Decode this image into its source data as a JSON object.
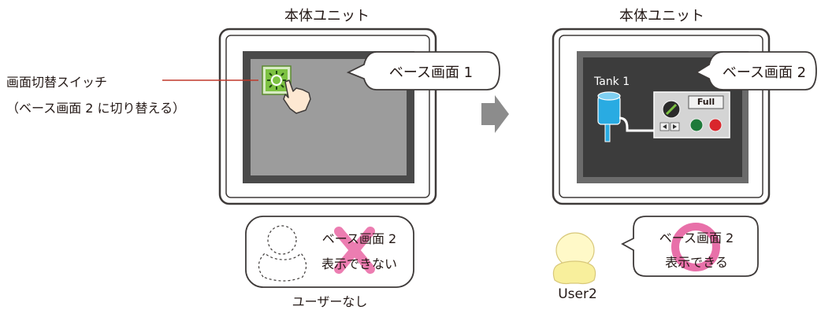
{
  "left": {
    "unit_label": "本体ユニット",
    "screen_callout": "ベース画面 1",
    "switch_label": "画面切替スイッチ",
    "switch_note": "（ベース画面 2 に切り替える）",
    "user_label": "ユーザーなし",
    "result_line1": "ベース画面 2",
    "result_line2": "表示できない"
  },
  "right": {
    "unit_label": "本体ユニット",
    "screen_callout": "ベース画面 2",
    "tank_label": "Tank 1",
    "full_button": "Full",
    "user_label": "User2",
    "result_line1": "ベース画面 2",
    "result_line2": "表示できる"
  },
  "colors": {
    "screen_frame": "#3e3a39",
    "screen_gray": "#9b9b9b",
    "screen_dark": "#3a3a3a",
    "tank_blue": "#29abe2",
    "cross_pink": "#ea6fa9",
    "circle_pink": "#e4579a",
    "arrow_gray": "#8c8c8c",
    "switch_green": "#7dc242"
  }
}
